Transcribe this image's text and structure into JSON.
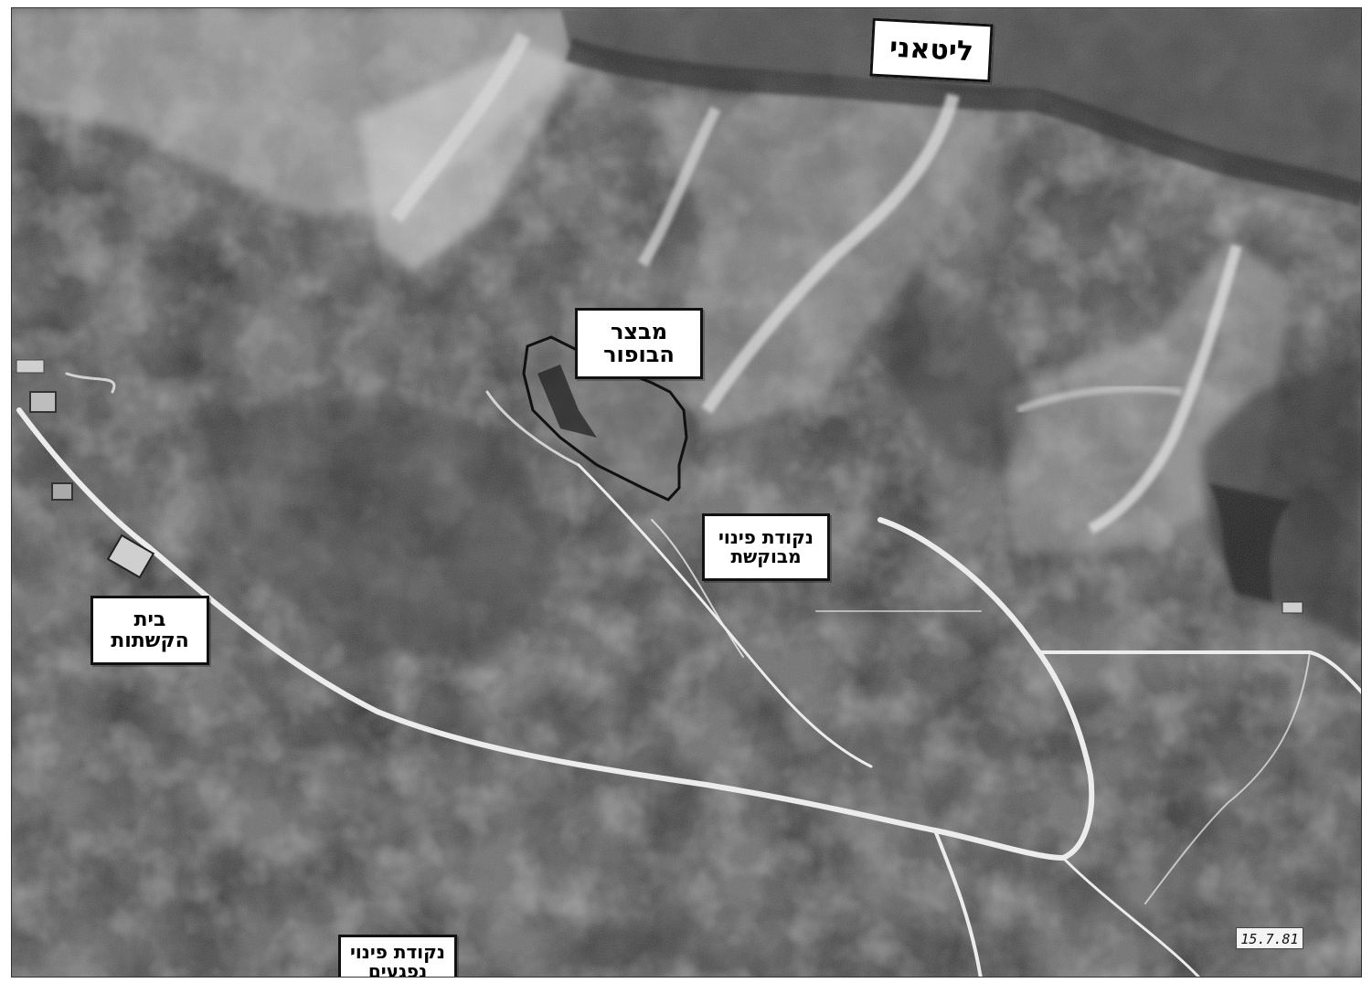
{
  "map": {
    "labels": {
      "river": "ליטאני",
      "fort": [
        "מבצר",
        "הבופור"
      ],
      "evac_requested": [
        "נקודת פינוי",
        "מבוקשת"
      ],
      "house": [
        "בית",
        "הקשתות"
      ],
      "evac_wounded": [
        "נקודת פינוי",
        "נפגעים"
      ]
    },
    "date_stamp": "15.7.81"
  }
}
